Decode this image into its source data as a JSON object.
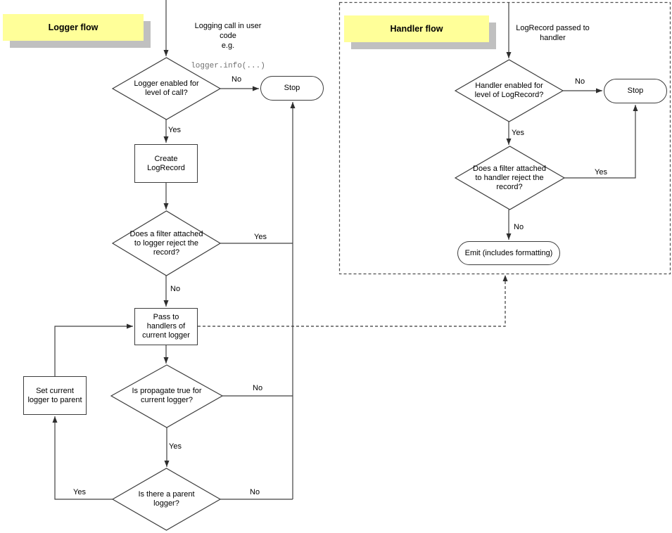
{
  "logger_flow": {
    "title": "Logger flow",
    "entry_text": "Logging call in user\ncode\ne.g.",
    "entry_code": "logger.info(...)",
    "nodes": {
      "enabled_decision": "Logger enabled for\nlevel of call?",
      "stop": "Stop",
      "create": "Create\nLogRecord",
      "filter_decision": "Does a filter attached\nto logger reject the\nrecord?",
      "pass": "Pass to\nhandlers of\ncurrent logger",
      "propagate_decision": "Is propagate true for\ncurrent logger?",
      "parent_decision": "Is there a parent\nlogger?",
      "set_parent": "Set current\nlogger to parent"
    },
    "edge_labels": {
      "enabled_no": "No",
      "enabled_yes": "Yes",
      "filter_yes": "Yes",
      "filter_no": "No",
      "propagate_no": "No",
      "propagate_yes": "Yes",
      "parent_yes": "Yes",
      "parent_no": "No"
    }
  },
  "handler_flow": {
    "title": "Handler flow",
    "entry_text": "LogRecord passed to\nhandler",
    "nodes": {
      "enabled_decision": "Handler enabled for\nlevel of LogRecord?",
      "stop": "Stop",
      "filter_decision": "Does a filter attached\nto handler reject the\nrecord?",
      "emit": "Emit (includes formatting)"
    },
    "edge_labels": {
      "enabled_no": "No",
      "enabled_yes": "Yes",
      "filter_yes": "Yes",
      "filter_no": "No"
    }
  },
  "colors": {
    "note_bg": "#ffff99",
    "note_shadow": "#c0c0c0",
    "line": "#404040"
  }
}
